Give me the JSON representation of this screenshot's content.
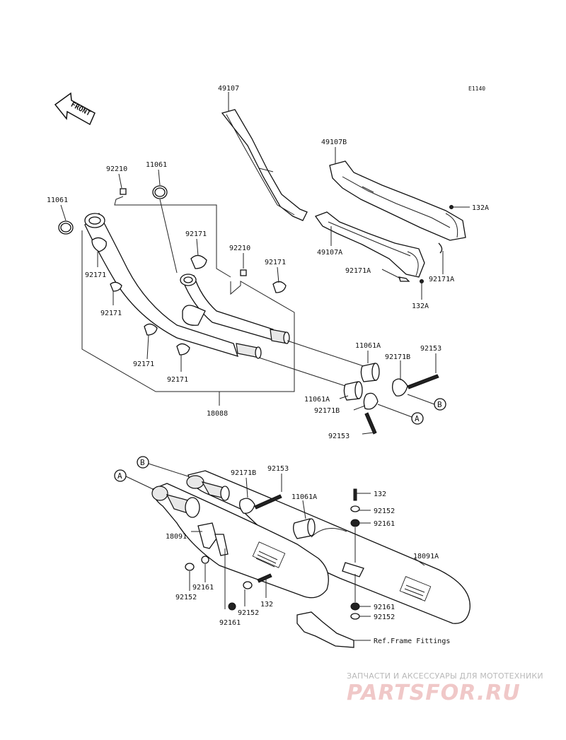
{
  "diagram": {
    "code": "E1140",
    "front_label": "FRONT",
    "labels": {
      "p49107": "49107",
      "p49107B": "49107B",
      "p132A_top": "132A",
      "p49107A": "49107A",
      "p92171A_left": "92171A",
      "p92171A_right": "92171A",
      "p132A_bottom": "132A",
      "p92210_top": "92210",
      "p11061_top": "11061",
      "p11061_left": "11061",
      "p92171_mid": "92171",
      "p92210_mid": "92210",
      "p92171_right": "92171",
      "p92171_a": "92171",
      "p92171_b": "92171",
      "p92171_c": "92171",
      "p92171_d": "92171",
      "p18088": "18088",
      "p11061A_upper": "11061A",
      "p92171B_upper": "92171B",
      "p92153_upper": "92153",
      "p11061A_lower": "11061A",
      "p92171B_lower": "92171B",
      "p92153_lower": "92153",
      "p92171B_mid": "92171B",
      "p92153_mid": "92153",
      "p11061A_mid": "11061A",
      "p132_top": "132",
      "p92152_top": "92152",
      "p92161_top": "92161",
      "p18091": "18091",
      "p18091A": "18091A",
      "p92161_left": "92161",
      "p92152_left": "92152",
      "p132_bottom": "132",
      "p92152_center": "92152",
      "p92161_center": "92161",
      "p92161_right": "92161",
      "p92152_right": "92152",
      "ref_frame": "Ref.Frame Fittings"
    },
    "refs": {
      "a": "A",
      "b": "B"
    }
  },
  "watermark": {
    "line1": "ЗАПЧАСТИ И АКСЕССУАРЫ ДЛЯ МОТОТЕХНИКИ",
    "line2": "PARTSFOR.RU"
  }
}
